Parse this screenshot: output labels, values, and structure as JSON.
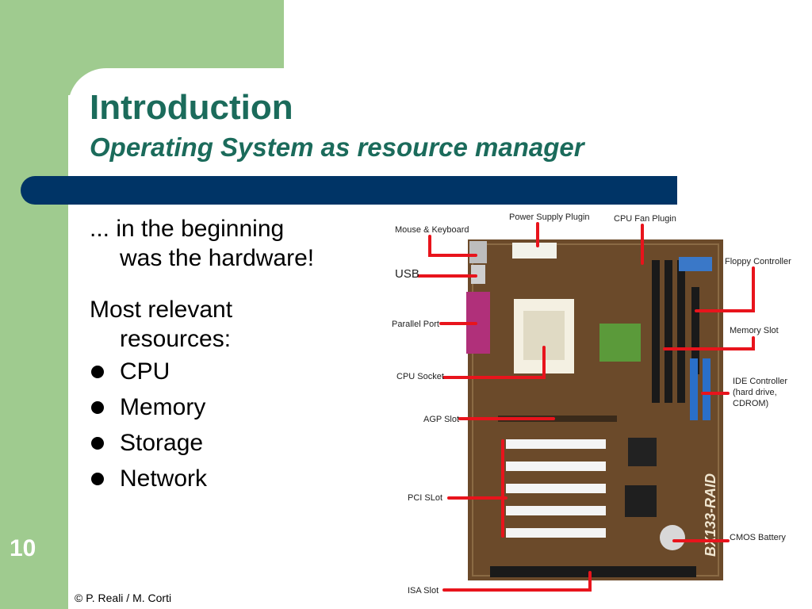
{
  "slide": {
    "title": "Introduction",
    "subtitle": "Operating System as resource manager",
    "intro_line1": "... in the beginning",
    "intro_line2": "was the hardware!",
    "resources_line1": "Most relevant",
    "resources_line2": "resources:",
    "bullets": [
      "CPU",
      "Memory",
      "Storage",
      "Network"
    ],
    "slide_number": "10",
    "footer": "© P. Reali / M. Corti"
  },
  "figure": {
    "labels": {
      "power_supply": "Power Supply Plugin",
      "cpu_fan": "CPU Fan Plugin",
      "mouse_keyboard": "Mouse & Keyboard",
      "floppy": "Floppy Controller",
      "usb": "USB",
      "parallel_port": "Parallel Port",
      "memory_slot": "Memory Slot",
      "cpu_socket": "CPU Socket",
      "ide_line1": "IDE Controller",
      "ide_line2": "(hard drive,",
      "ide_line3": "CDROM)",
      "agp_slot": "AGP Slot",
      "pci_slot": "PCI SLot",
      "cmos_battery": "CMOS Battery",
      "isa_slot": "ISA Slot"
    },
    "board_marking": "BX133-RAID",
    "colors": {
      "pointer": "#e8141c",
      "board": "#6b4a2a",
      "ide": "#2a6fc9",
      "parallel": "#b0307a"
    }
  }
}
